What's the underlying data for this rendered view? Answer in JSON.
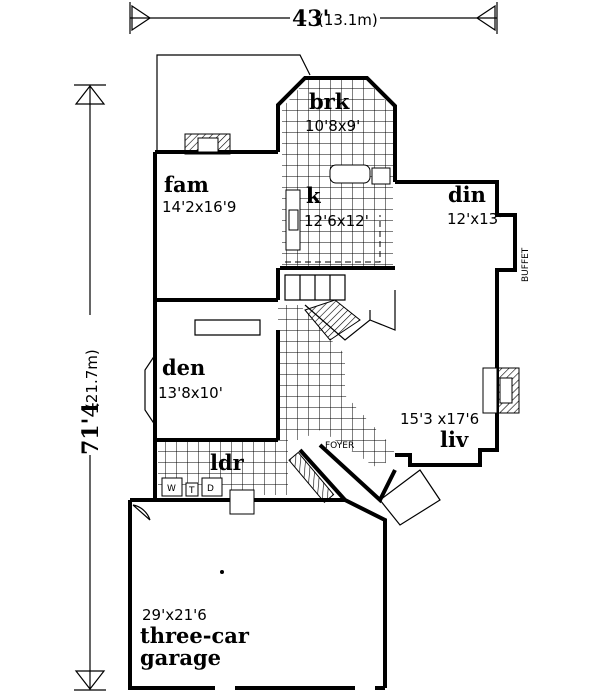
{
  "dimensions": {
    "width_label": "43'",
    "width_metric": "(13.1m)",
    "depth_label": "71'4",
    "depth_metric": "(21.7m)"
  },
  "rooms": {
    "brk": {
      "name": "brk",
      "size": "10'8x9'"
    },
    "fam": {
      "name": "fam",
      "size": "14'2x16'9"
    },
    "k": {
      "name": "k",
      "size": "12'6x12'"
    },
    "din": {
      "name": "din",
      "size": "12'x13'"
    },
    "den": {
      "name": "den",
      "size": "13'8x10'"
    },
    "liv": {
      "name": "liv",
      "size": "15'3 x17'6"
    },
    "ldr": {
      "name": "ldr"
    },
    "garage": {
      "size": "29'x21'6",
      "name_line1": "three-car",
      "name_line2": "garage"
    }
  },
  "labels": {
    "buffet": "BUFFET",
    "foyer": "FOYER",
    "washer": "W",
    "tub": "T",
    "dryer": "D"
  }
}
